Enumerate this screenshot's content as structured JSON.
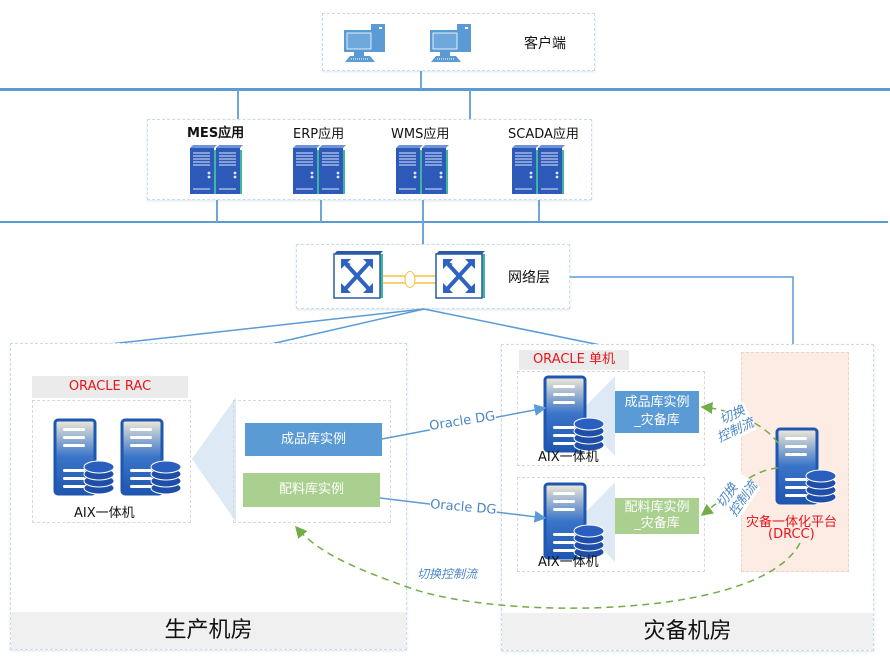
{
  "client_tier": {
    "label": "客户端",
    "computers": [
      {
        "icon": "desktop-computer-icon"
      },
      {
        "icon": "desktop-computer-icon"
      }
    ]
  },
  "app_tier": {
    "apps": [
      {
        "label": "MES应用",
        "bold": true,
        "icon": "server-rack-icon"
      },
      {
        "label": "ERP应用",
        "bold": false,
        "icon": "server-rack-icon"
      },
      {
        "label": "WMS应用",
        "bold": false,
        "icon": "server-rack-icon"
      },
      {
        "label": "SCADA应用",
        "bold": false,
        "icon": "server-rack-icon"
      }
    ]
  },
  "network_tier": {
    "label": "网络层",
    "switches": [
      {
        "icon": "network-switch-icon"
      },
      {
        "icon": "network-switch-icon"
      }
    ]
  },
  "production_room": {
    "title": "生产机房",
    "cluster_tag": "ORACLE RAC",
    "machine_label": "AIX一体机",
    "instances": [
      {
        "label": "成品库实例",
        "color": "#5b9bd5"
      },
      {
        "label": "配料库实例",
        "color": "#a9d08e"
      }
    ]
  },
  "dr_room": {
    "title": "灾备机房",
    "cluster_tag": "ORACLE 单机",
    "standbys": [
      {
        "machine_label": "AIX一体机",
        "instance_line1": "成品库实例",
        "instance_line2": "_灾备库",
        "color": "#5b9bd5"
      },
      {
        "machine_label": "AIX一体机",
        "instance_line1": "配料库实例",
        "instance_line2": "_灾备库",
        "color": "#a9d08e"
      }
    ],
    "drcc": {
      "line1": "灾备一体化平台",
      "line2": "(DRCC)"
    }
  },
  "flows": {
    "replication_label": "Oracle DG",
    "switch_control_line1": "切换",
    "switch_control_line2": "控制流",
    "switch_control_full": "切换控制流"
  },
  "colors": {
    "line_blue": "#5b9bd5",
    "alert_red": "#e8141b",
    "flow_green": "#70ad47",
    "flow_text_blue": "#4a86c5",
    "drcc_bg": "#fcece4"
  }
}
